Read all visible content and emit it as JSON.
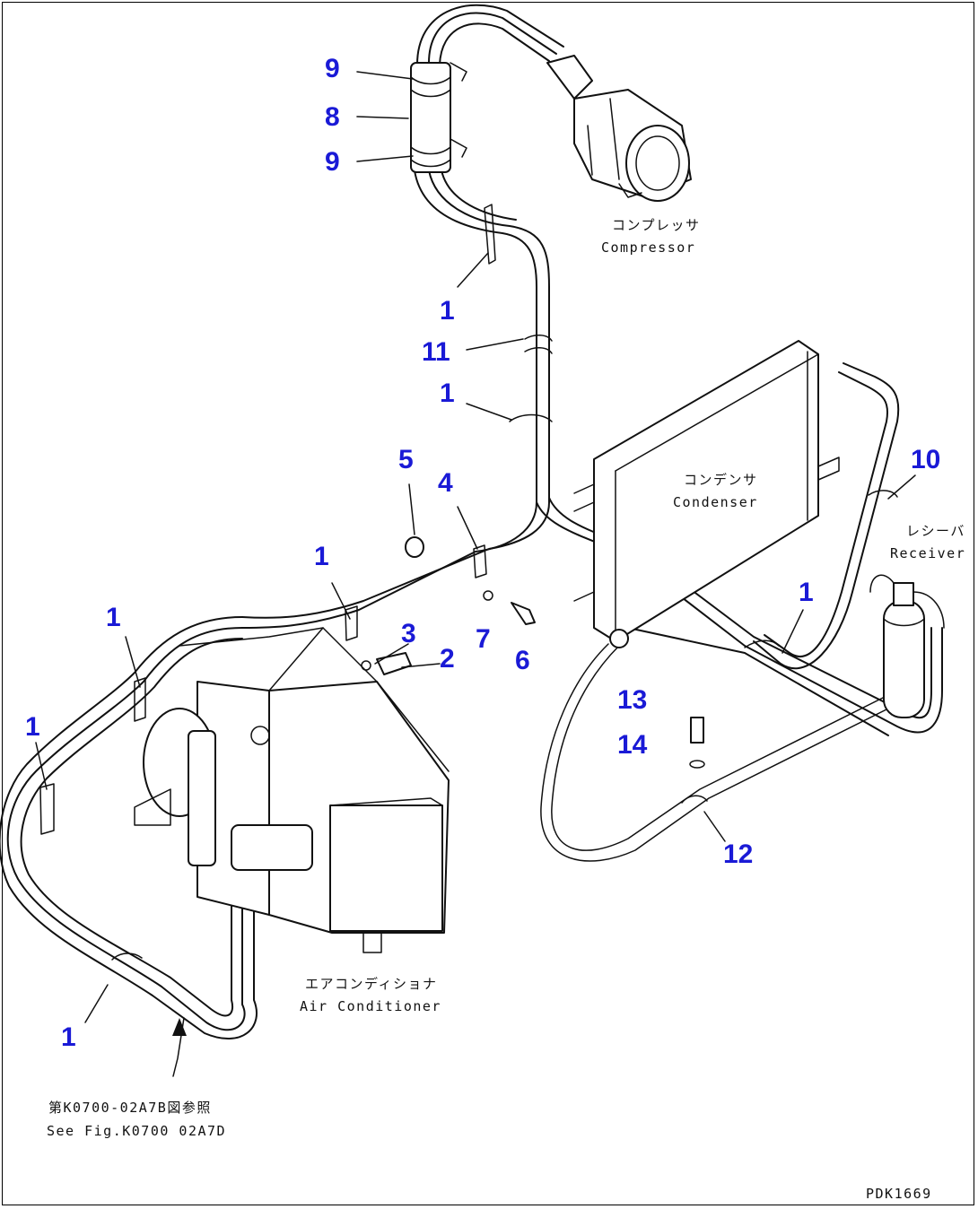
{
  "callouts": [
    {
      "id": "c9a",
      "text": "9"
    },
    {
      "id": "c8",
      "text": "8"
    },
    {
      "id": "c9b",
      "text": "9"
    },
    {
      "id": "c1a",
      "text": "1"
    },
    {
      "id": "c11",
      "text": "11"
    },
    {
      "id": "c1b",
      "text": "1"
    },
    {
      "id": "c5",
      "text": "5"
    },
    {
      "id": "c4",
      "text": "4"
    },
    {
      "id": "c10",
      "text": "10"
    },
    {
      "id": "c1c",
      "text": "1"
    },
    {
      "id": "c1d",
      "text": "1"
    },
    {
      "id": "c3",
      "text": "3"
    },
    {
      "id": "c2",
      "text": "2"
    },
    {
      "id": "c7",
      "text": "7"
    },
    {
      "id": "c6",
      "text": "6"
    },
    {
      "id": "c1e",
      "text": "1"
    },
    {
      "id": "c1f",
      "text": "1"
    },
    {
      "id": "c13",
      "text": "13"
    },
    {
      "id": "c14",
      "text": "14"
    },
    {
      "id": "c12",
      "text": "12"
    },
    {
      "id": "c1g",
      "text": "1"
    }
  ],
  "components": {
    "compressor": {
      "jp": "コンプレッサ",
      "en": "Compressor"
    },
    "condenser": {
      "jp": "コンデンサ",
      "en": "Condenser"
    },
    "receiver": {
      "jp": "レシーバ",
      "en": "Receiver"
    },
    "air_conditioner": {
      "jp": "エアコンディショナ",
      "en": "Air Conditioner"
    }
  },
  "reference": {
    "jp": "第K0700-02A7B図参照",
    "en": "See Fig.K0700 02A7D"
  },
  "drawing_code": "PDK1669",
  "colors": {
    "callout": "#1a1ad6",
    "line": "#111111",
    "background": "#ffffff"
  }
}
